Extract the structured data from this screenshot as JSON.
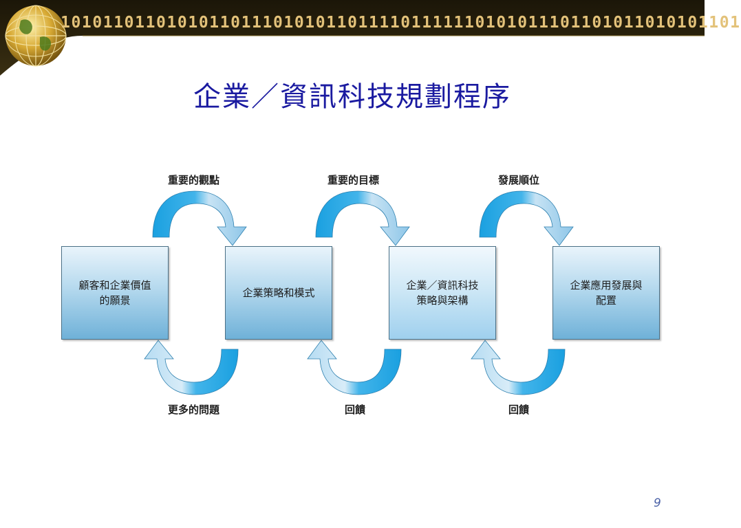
{
  "header": {
    "binary_text": "1010110110101011011101010110111101111110101011101101011010101101"
  },
  "title": "企業／資訊科技規劃程序",
  "diagram": {
    "boxes": [
      {
        "text": "顧客和企業價值\n的願景"
      },
      {
        "text": "企業策略和模式"
      },
      {
        "text": "企業／資訊科技\n策略與架構"
      },
      {
        "text": "企業應用發展與\n配置"
      }
    ],
    "top_labels": [
      "重要的觀點",
      "重要的目標",
      "發展順位"
    ],
    "bottom_labels": [
      "更多的問題",
      "回饋",
      "回饋"
    ]
  },
  "page_number": "9",
  "colors": {
    "title": "#1a1aa0",
    "arrow_dark": "#1aa0e0",
    "arrow_light": "#d8ecf8",
    "box_border": "#4a6f85",
    "binary_text": "#e3c27a"
  },
  "icons": [
    "globe-icon"
  ]
}
